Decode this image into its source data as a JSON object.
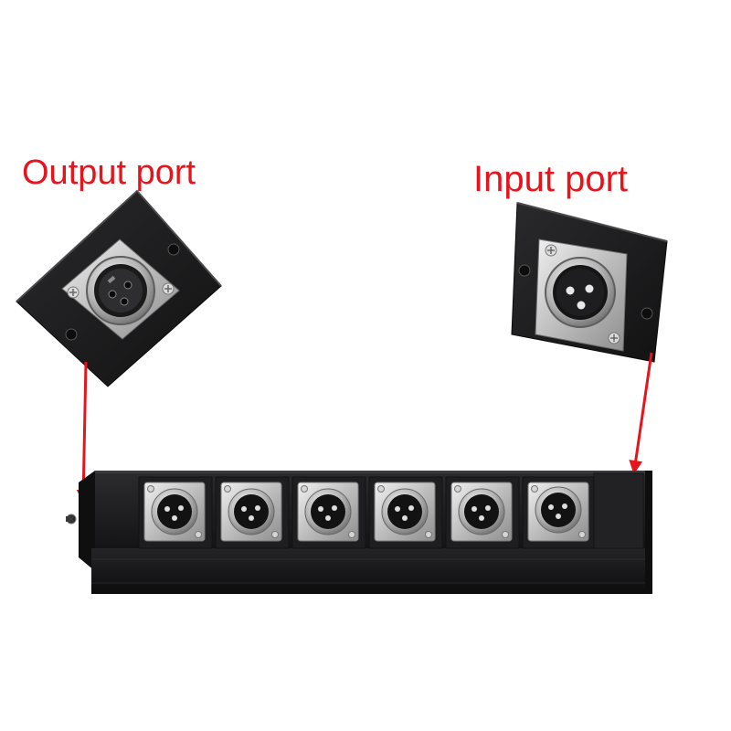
{
  "labels": {
    "output": "Output port",
    "input": "Input port"
  },
  "colors": {
    "annotation": "#e8141b",
    "housing": "#1b1b1d",
    "connector_metal": "#c9c9c9"
  },
  "strip": {
    "connector_count": 6,
    "connector_type": "XLR male"
  },
  "callouts": {
    "output_connector": "XLR female",
    "input_connector": "XLR male"
  }
}
